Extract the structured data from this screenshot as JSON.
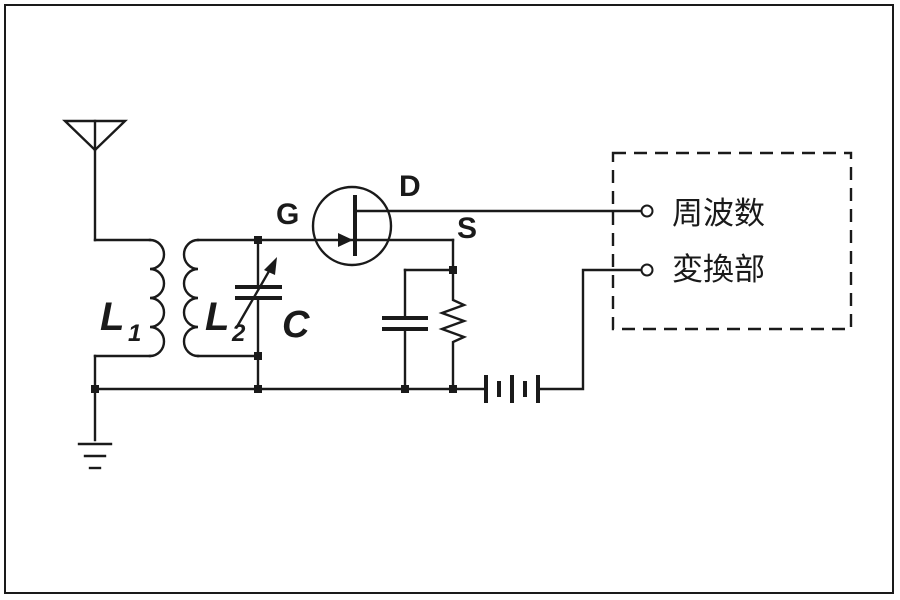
{
  "diagram": {
    "labels": {
      "gate": "G",
      "drain": "D",
      "source": "S",
      "l1_letter": "L",
      "l1_sub": "1",
      "l2_letter": "L",
      "l2_sub": "2",
      "capacitor": "C"
    },
    "converter_box": {
      "line1": "周波数",
      "line2": "変換部"
    }
  }
}
